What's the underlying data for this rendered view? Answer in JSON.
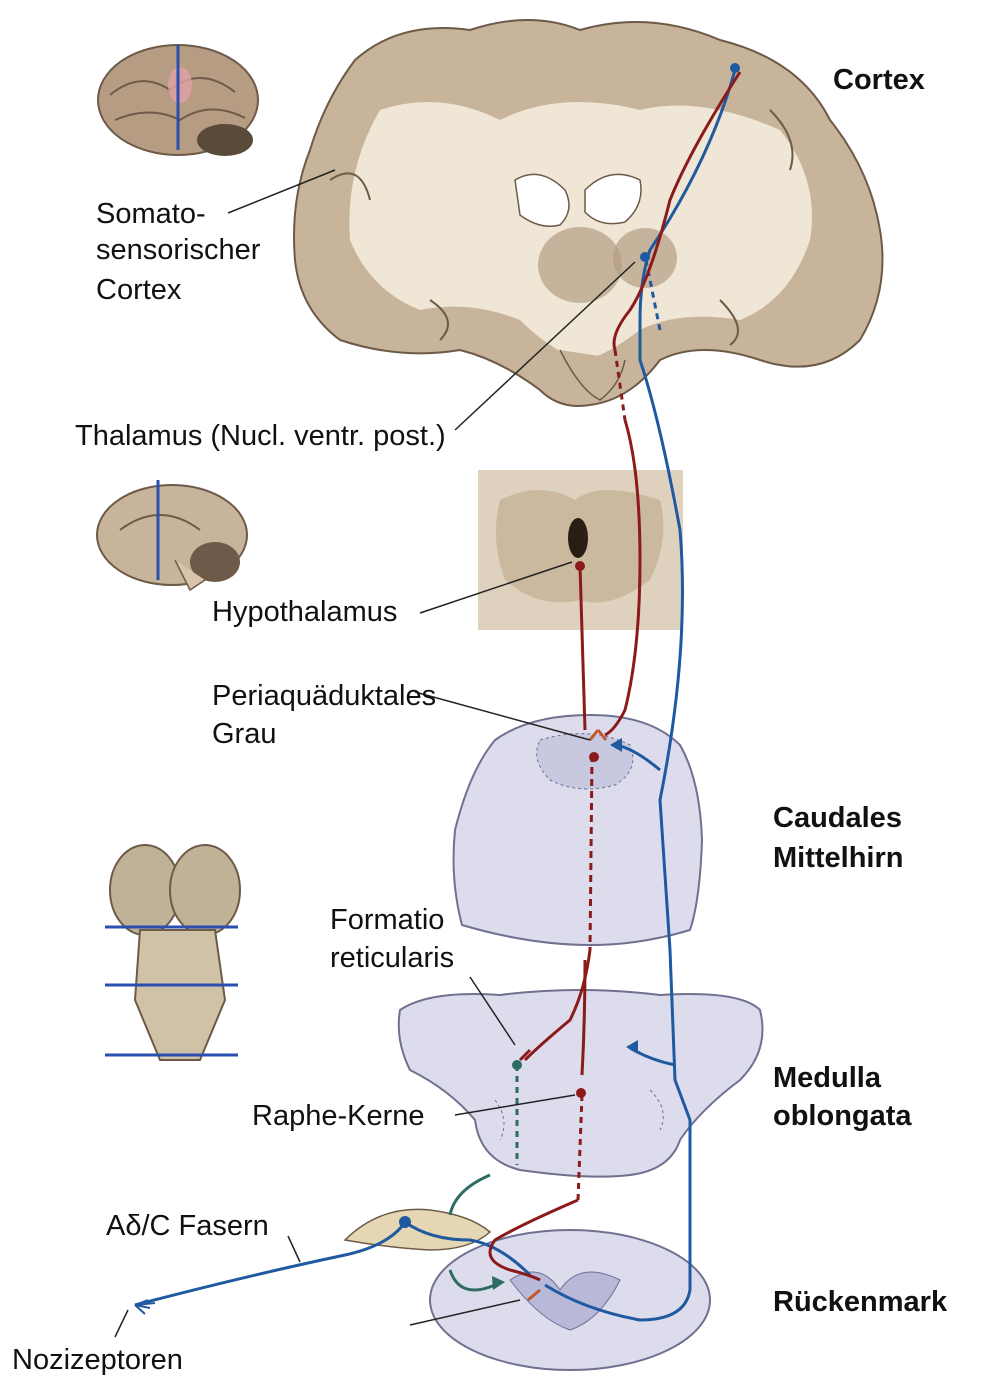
{
  "labels": {
    "cortex": "Cortex",
    "somatosensory_line1": "Somato-",
    "somatosensory_line2": "sensorischer",
    "somatosensory_line3": "Cortex",
    "thalamus": "Thalamus (Nucl. ventr. post.)",
    "hypothalamus": "Hypothalamus",
    "pag_line1": "Periaquäduktales",
    "pag_line2": "Grau",
    "caudal_midbrain_line1": "Caudales",
    "caudal_midbrain_line2": "Mittelhirn",
    "formatio_line1": "Formatio",
    "formatio_line2": "reticularis",
    "medulla_line1": "Medulla",
    "medulla_line2": "oblongata",
    "raphe": "Raphe-Kerne",
    "fibers": "Aδ/C Fasern",
    "spinal_cord": "Rückenmark",
    "nociceptors": "Nozizeptoren"
  },
  "colors": {
    "ascending_pathway": "#1f5aa0",
    "descending_pathway": "#8b1a1a",
    "reflex_pathway": "#2e6b63",
    "brain_tissue": "#c8b49a",
    "white_matter": "#efe6d6",
    "brainstem_section": "#dcdcec"
  }
}
